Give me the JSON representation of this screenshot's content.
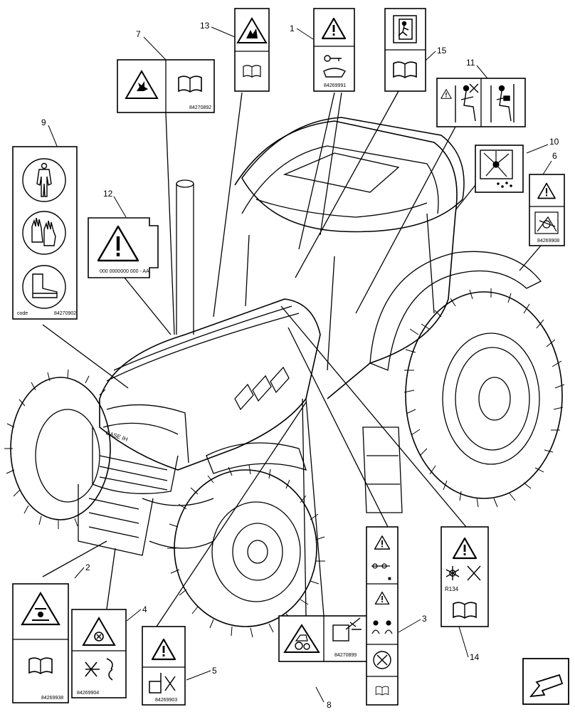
{
  "callouts": {
    "n1": "1",
    "n2": "2",
    "n3": "3",
    "n4": "4",
    "n5": "5",
    "n6": "6",
    "n7": "7",
    "n8": "8",
    "n9": "9",
    "n10": "10",
    "n11": "11",
    "n12": "12",
    "n13": "13",
    "n14": "14",
    "n15": "15"
  },
  "decal_codes": {
    "d1": "84269991",
    "d2": "84269938",
    "d4": "84269904",
    "d5": "84269903",
    "d6": "84269908",
    "d7": "84270892",
    "d8": "84270899",
    "d9": "84270902",
    "d9_left": "code",
    "d12": "000 0000000 000 - AA"
  },
  "decal_text": {
    "r134": "R134"
  },
  "brand": {
    "hood_logo": "CASE IH"
  },
  "icons": [
    "warning-triangle-icon",
    "operator-manual-icon",
    "explosion-icon",
    "coverall-icon",
    "gloves-icon",
    "boot-icon",
    "emergency-exit-icon",
    "roof-impact-icon",
    "airbag-icon",
    "nav-arrow-icon"
  ]
}
